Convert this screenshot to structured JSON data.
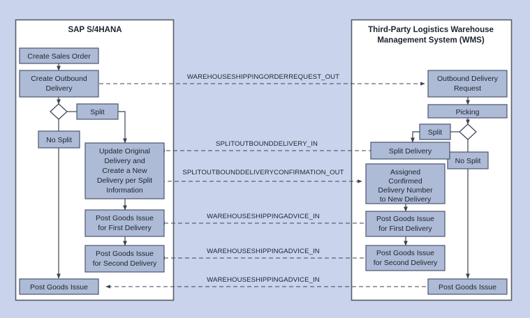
{
  "diagram": {
    "title_hidden": "",
    "background_color": "#c9d4ec",
    "node_fill": "#aebbd6",
    "node_stroke": "#4b5670",
    "panel_fill": "#ffffff",
    "panel_stroke": "#595e66"
  },
  "left_panel": {
    "title": "SAP S/4HANA",
    "nodes": {
      "create_sales_order": "Create Sales Order",
      "create_outbound_delivery": "Create Outbound Delivery",
      "split": "Split",
      "no_split": "No Split",
      "update_original": "Update Original Delivery and Create a New Delivery per Split Information",
      "pgi_first": "Post Goods Issue for First Delivery",
      "pgi_second": "Post Goods Issue for Second Delivery",
      "pgi": "Post Goods Issue"
    }
  },
  "right_panel": {
    "title": "Third-Party Logistics Warehouse Management System (WMS)",
    "title_line1": "Third-Party Logistics Warehouse",
    "title_line2": "Management System (WMS)",
    "nodes": {
      "outbound_delivery_request": "Outbound Delivery Request",
      "picking": "Picking",
      "split": "Split",
      "no_split": "No Split",
      "split_delivery": "Split Delivery",
      "assigned_confirmed": "Assigned Confirmed Delivery Number to New Delivery",
      "pgi_first": "Post Goods Issue for First Delivery",
      "pgi_second": "Post Goods Issue for Second Delivery",
      "pgi": "Post Goods Issue"
    }
  },
  "messages": [
    {
      "id": "msg1",
      "label": "WAREHOUSESHIPPINGORDERREQUEST_OUT",
      "direction": "left-to-right"
    },
    {
      "id": "msg2",
      "label": "SPLITOUTBOUNDDELIVERY_IN",
      "direction": "right-to-left"
    },
    {
      "id": "msg3",
      "label": "SPLITOUTBOUNDDELIVERYCONFIRMATION_OUT",
      "direction": "left-to-right"
    },
    {
      "id": "msg4",
      "label": "WAREHOUSESHIPPINGADVICE_IN",
      "direction": "right-to-left"
    },
    {
      "id": "msg5",
      "label": "WAREHOUSESHIPPINGADVICE_IN",
      "direction": "right-to-left"
    },
    {
      "id": "msg6",
      "label": "WAREHOUSESHIPPINGADVICE_IN",
      "direction": "right-to-left"
    }
  ]
}
